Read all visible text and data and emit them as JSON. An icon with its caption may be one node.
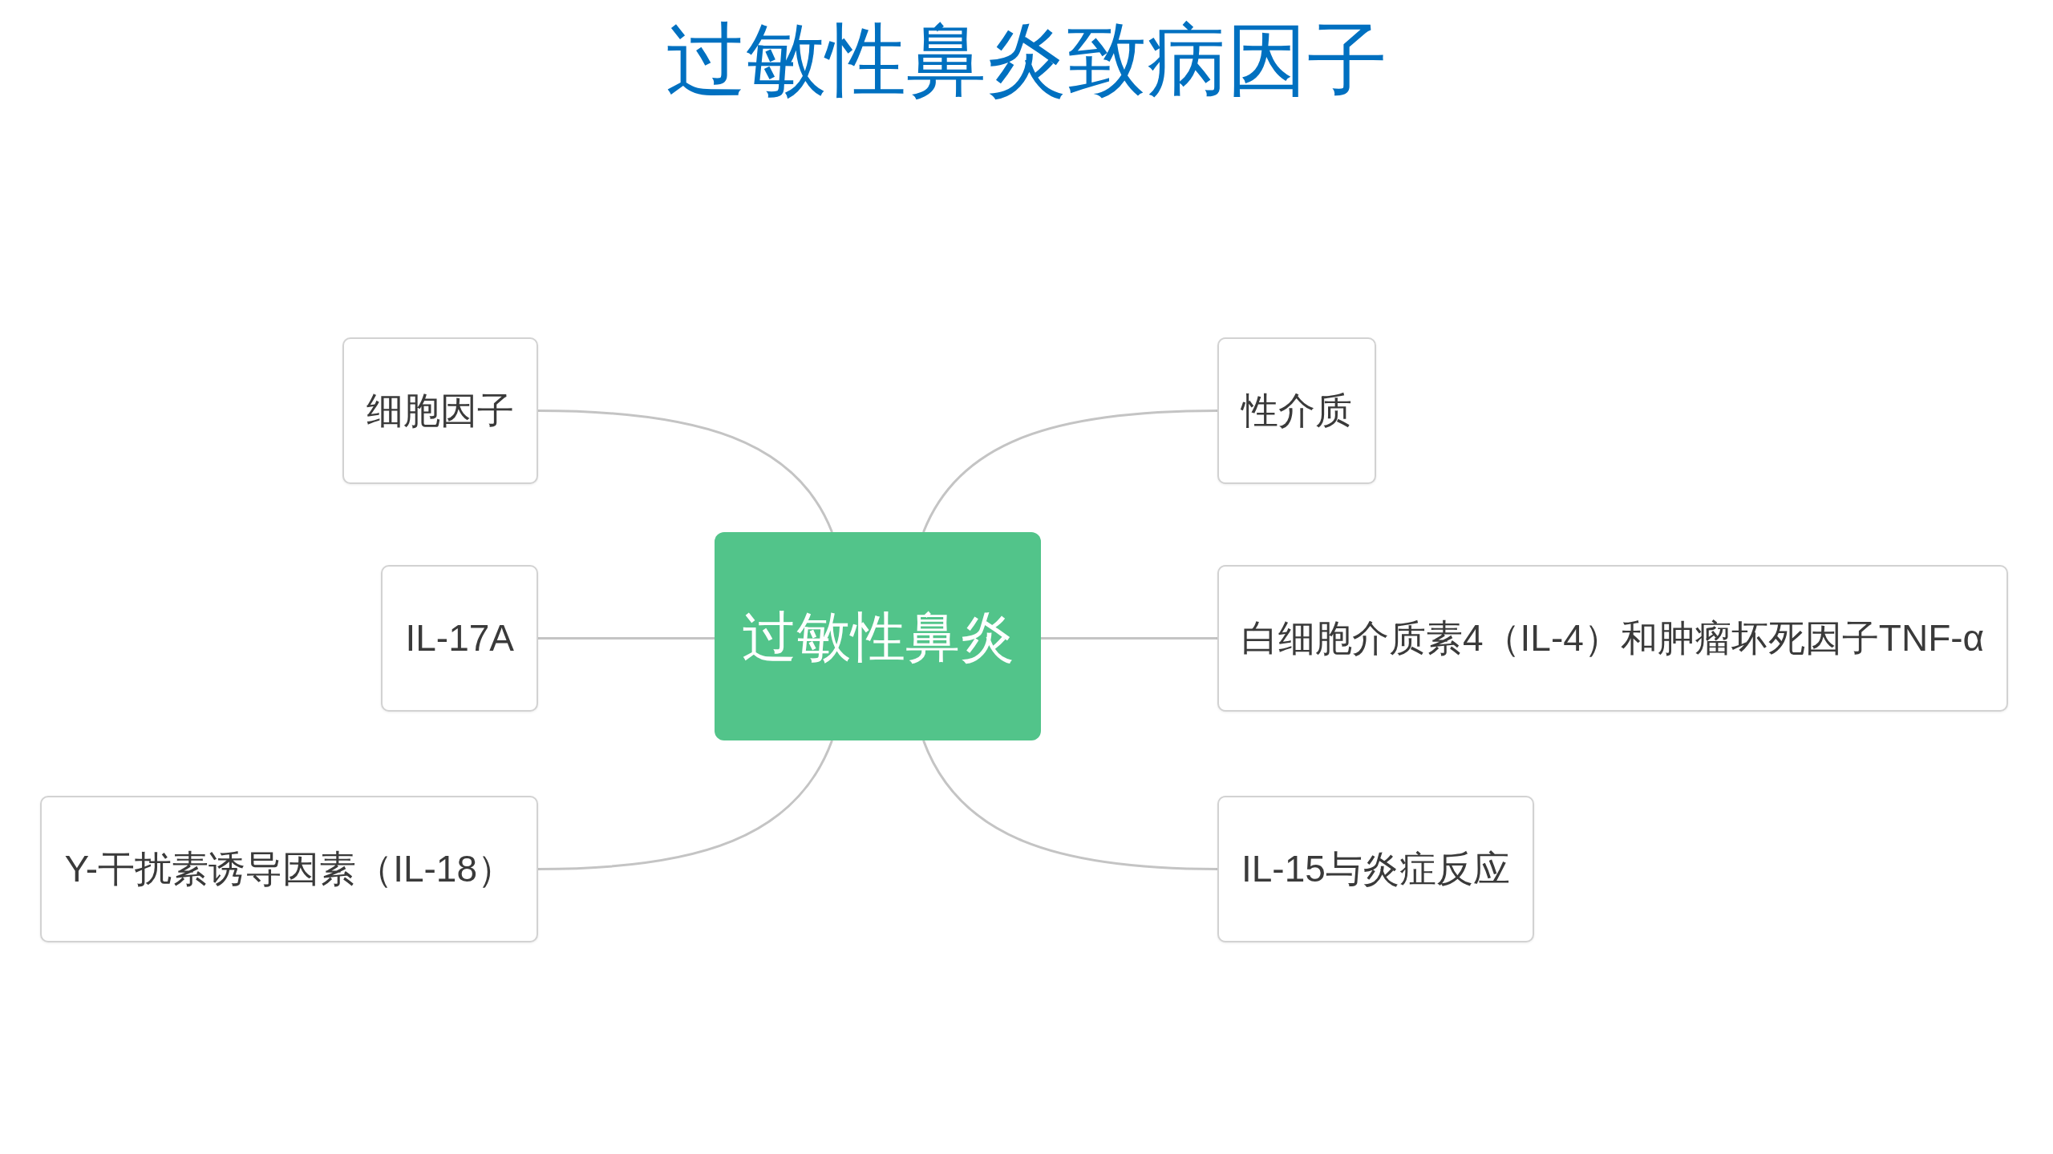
{
  "diagram": {
    "title": "过敏性鼻炎致病因子",
    "nodes": [
      {
        "text": [
          "过敏性鼻炎"
        ]
      },
      {
        "text": [
          "细胞因子"
        ]
      },
      {
        "text": [
          "性介质"
        ]
      },
      {
        "text": [
          "IL-17A"
        ]
      },
      {
        "text": [
          "白细胞介质素4（IL-4）和肿瘤坏死因子TNF-α"
        ]
      },
      {
        "text": [
          "Y-干扰素诱导因素（IL-18）"
        ]
      },
      {
        "text": [
          "IL-15与炎症反应"
        ]
      }
    ],
    "edges": [
      {
        "from": 0,
        "to": 1,
        "arrow": "none"
      },
      {
        "from": 0,
        "to": 2,
        "arrow": "none"
      },
      {
        "from": 0,
        "to": 3,
        "arrow": "none"
      },
      {
        "from": 0,
        "to": 4,
        "arrow": "none"
      },
      {
        "from": 0,
        "to": 5,
        "arrow": "none"
      },
      {
        "from": 0,
        "to": 6,
        "arrow": "none"
      }
    ]
  }
}
